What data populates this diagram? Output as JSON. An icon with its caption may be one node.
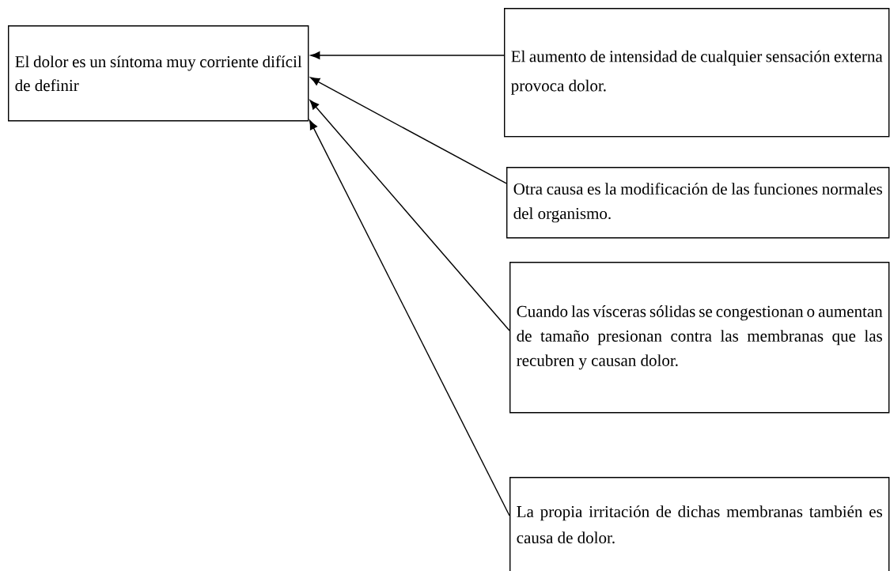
{
  "diagram": {
    "nodes": [
      {
        "text": [
          "El dolor es un síntoma muy corriente difícil de definir"
        ]
      },
      {
        "text": [
          "El aumento de intensidad de cualquier sensación externa provoca dolor."
        ]
      },
      {
        "text": [
          "Otra causa es la modificación de las funciones normales del organismo."
        ]
      },
      {
        "text": [
          "Cuando las vísceras sólidas se congestionan o aumentan de tamaño presionan contra las membranas que las recubren y causan dolor."
        ]
      },
      {
        "text": [
          "La propia irritación de dichas membranas también es causa de dolor."
        ]
      }
    ],
    "edges": [
      {
        "from": 1,
        "to": 0,
        "arrow": "to"
      },
      {
        "from": 2,
        "to": 0,
        "arrow": "to"
      },
      {
        "from": 3,
        "to": 0,
        "arrow": "to"
      },
      {
        "from": 4,
        "to": 0,
        "arrow": "to"
      }
    ]
  }
}
